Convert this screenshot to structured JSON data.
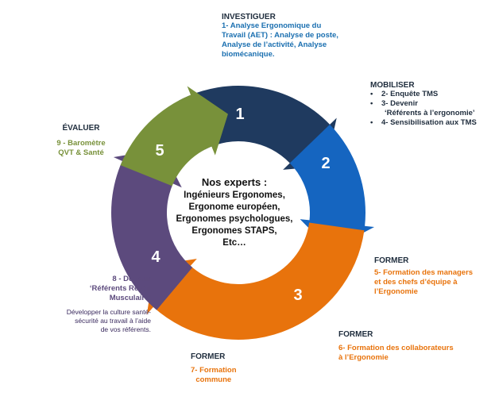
{
  "center": {
    "title": "Nos experts :",
    "lines": [
      "Ingénieurs Ergonomes,",
      "Ergonome européen,",
      "Ergonomes psychologues,",
      "Ergonomes STAPS,",
      "Etc…"
    ]
  },
  "segments": [
    {
      "number": "1",
      "color": "#1f3a5f"
    },
    {
      "number": "2",
      "color": "#1565c0"
    },
    {
      "number": "3",
      "color": "#e8730c"
    },
    {
      "number": "4",
      "color": "#5c4a7d"
    },
    {
      "number": "5",
      "color": "#78913a"
    }
  ],
  "investiguer": {
    "heading": "INVESTIGUER",
    "lines": [
      "1- Analyse Ergonomique du",
      "Travail (AET) : Analyse de poste,",
      "Analyse de l’activité, Analyse",
      "biomécanique."
    ]
  },
  "mobiliser": {
    "heading": "MOBILISER",
    "items": [
      "2- Enquête TMS",
      "3- Devenir",
      "4- Sensibilisation aux TMS"
    ],
    "item2_cont": "‘Référents à l’ergonomie’"
  },
  "former1": {
    "heading": "FORMER",
    "lines": [
      "5- Formation des managers",
      "et des chefs d’équipe à",
      "l’Ergonomie"
    ]
  },
  "former2": {
    "heading": "FORMER",
    "lines": [
      "6- Formation des collaborateurs",
      "à l’Ergonomie"
    ]
  },
  "former3": {
    "heading": "FORMER",
    "lines": [
      "7- Formation",
      "commune"
    ]
  },
  "devenir": {
    "lines": [
      "8 - Devenir",
      "‘Référents Réveil",
      "Musculaire’"
    ],
    "sub": [
      "Développer la culture santé-",
      "sécurité au travail  à l’aide",
      "de vos référents."
    ]
  },
  "evaluer": {
    "heading": "ÉVALUER",
    "lines": [
      "9 - Baromètre",
      "QVT & Santé"
    ]
  },
  "colors": {
    "investiguer_text": "#1a6fb0",
    "mobiliser_text": "#1f2d3d",
    "former_text": "#e8730c",
    "devenir_text": "#5c4a7d",
    "evaluer_text": "#78913a"
  }
}
